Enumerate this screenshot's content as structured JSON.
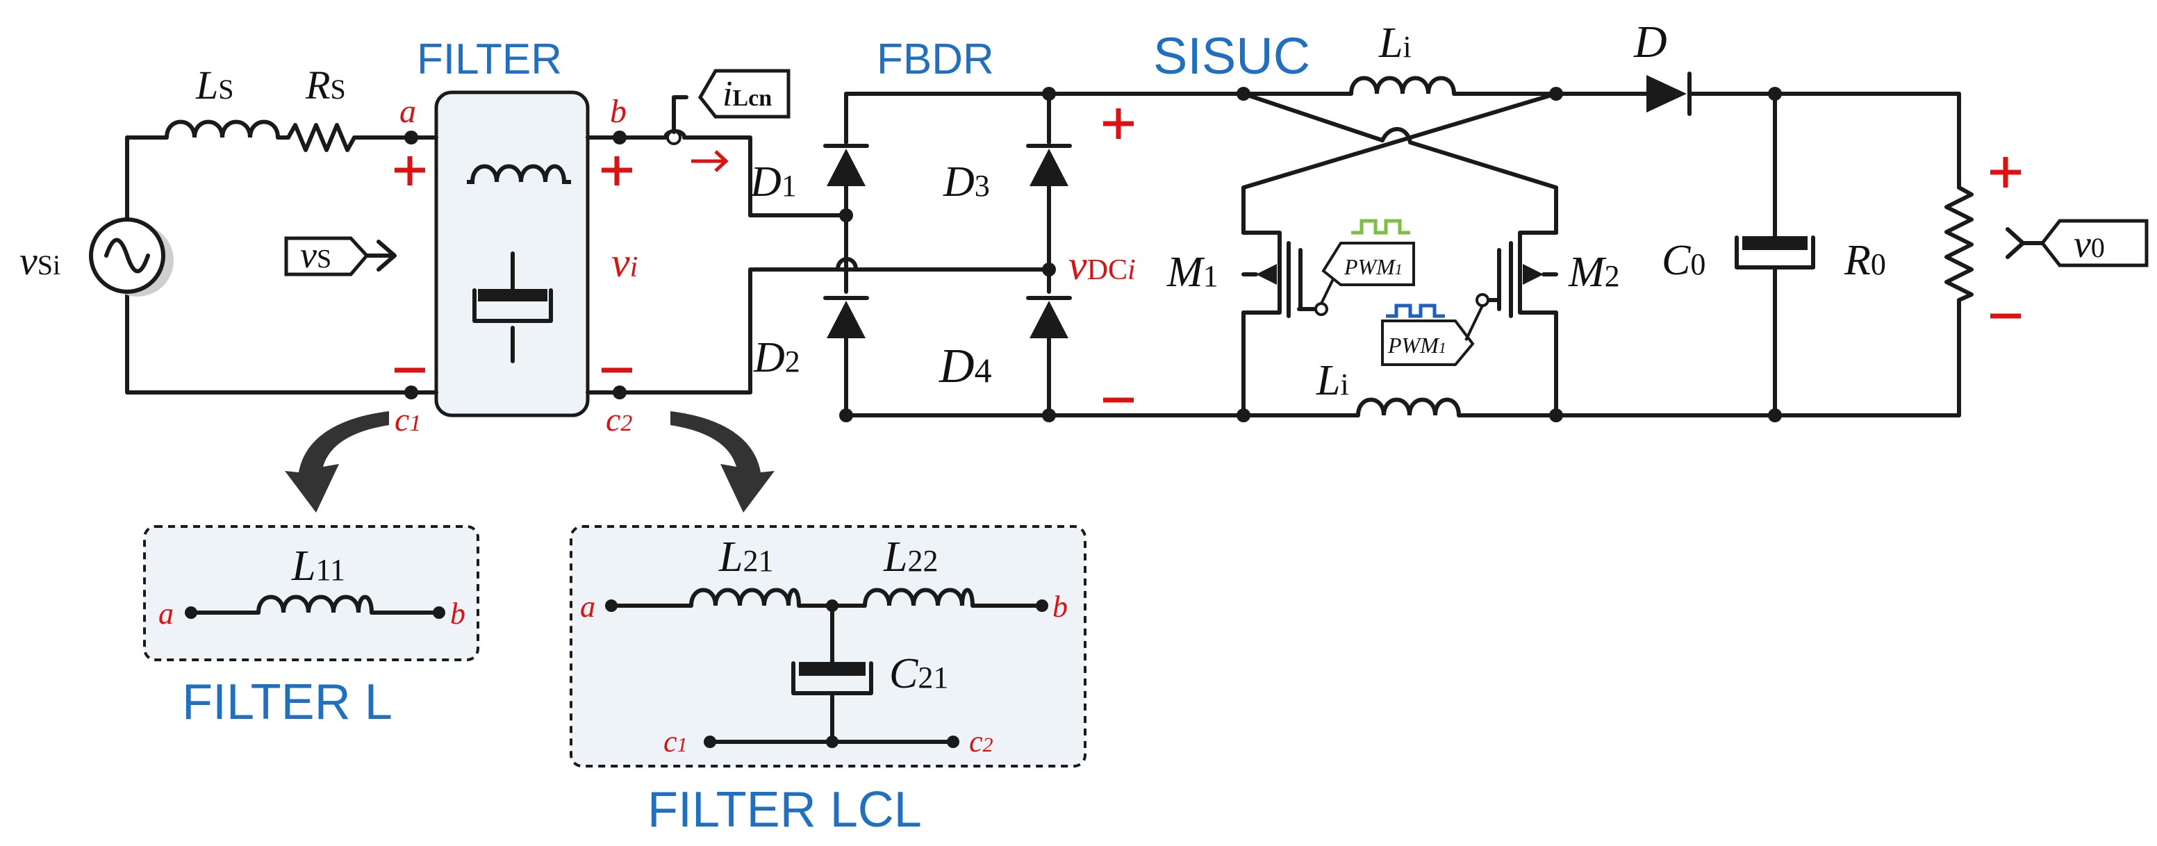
{
  "blocks": {
    "filter": "FILTER",
    "fbdr": "FBDR",
    "sisuc": "SISUC",
    "filter_l": "FILTER L",
    "filter_lcl": "FILTER LCL"
  },
  "source": {
    "sym": "v",
    "sub": "Si"
  },
  "series_inductor": {
    "sym": "L",
    "sub": "S"
  },
  "series_resistor": {
    "sym": "R",
    "sub": "S"
  },
  "probe_vs": {
    "sym": "v",
    "sub": "S"
  },
  "probe_current": {
    "sym": "i",
    "sub": "Lcn"
  },
  "filter_output_voltage": {
    "sym": "v",
    "sub": "i"
  },
  "node_labels": {
    "a": "a",
    "b": "b",
    "c1": "c",
    "c1_sub": "1",
    "c2": "c",
    "c2_sub": "2"
  },
  "diodes": {
    "d1": {
      "sym": "D",
      "sub": "1"
    },
    "d2": {
      "sym": "D",
      "sub": "2"
    },
    "d3": {
      "sym": "D",
      "sub": "3"
    },
    "d4": {
      "sym": "D",
      "sub": "4"
    },
    "d_out": {
      "sym": "D"
    }
  },
  "dc_voltage": {
    "sym": "v",
    "sub": "DC",
    "sub2": "i"
  },
  "inductor_top": {
    "sym": "L",
    "sub": "i"
  },
  "inductor_bottom": {
    "sym": "L",
    "sub": "i"
  },
  "switches": {
    "m1": {
      "sym": "M",
      "sub": "1"
    },
    "m2": {
      "sym": "M",
      "sub": "2"
    }
  },
  "pwm": {
    "gate1": "PWM",
    "gate1_sub": "1",
    "gate2": "PWM",
    "gate2_sub": "1"
  },
  "output_capacitor": {
    "sym": "C",
    "sub": "0"
  },
  "load_resistor": {
    "sym": "R",
    "sub": "0"
  },
  "output_voltage": {
    "sym": "v",
    "sub": "0"
  },
  "filter_l": {
    "inductor": {
      "sym": "L",
      "sub": "11"
    }
  },
  "filter_lcl": {
    "inductor1": {
      "sym": "L",
      "sub": "21"
    },
    "inductor2": {
      "sym": "L",
      "sub": "22"
    },
    "capacitor": {
      "sym": "C",
      "sub": "21"
    }
  },
  "signs": {
    "plus": "+",
    "minus": "−"
  },
  "colors": {
    "label_blue": "#1f6fc2",
    "polarity_red": "#e01010",
    "pwm_green": "#7bc043",
    "pwm_blue": "#1f5fbf"
  }
}
